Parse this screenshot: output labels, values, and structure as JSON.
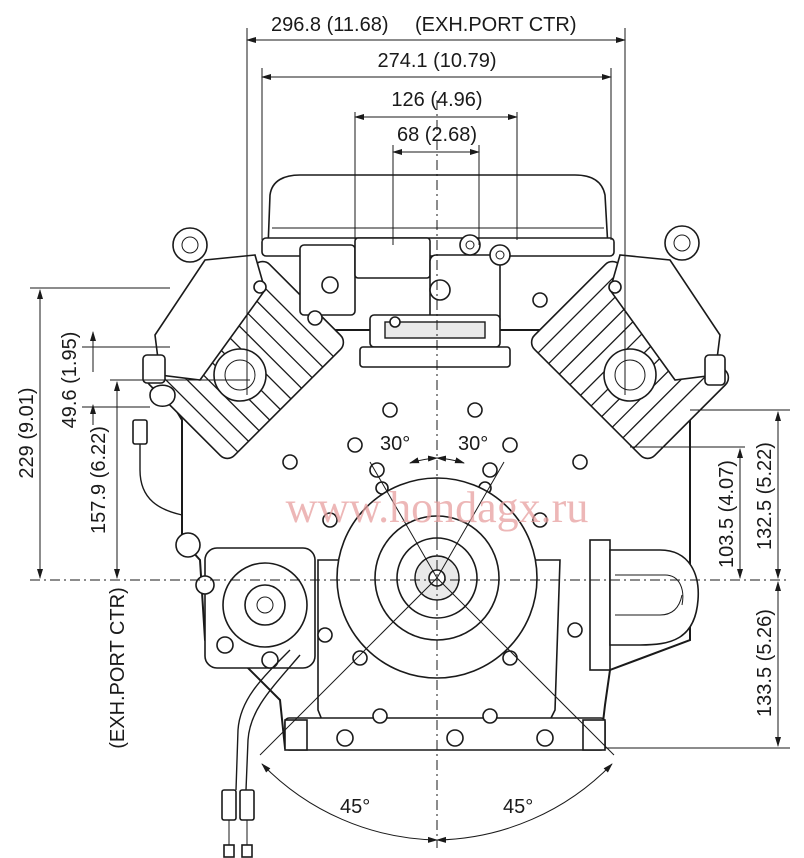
{
  "dimensions": {
    "overall_width_exh": "296.8 (11.68)",
    "exh_port_ctr_label": "(EXH.PORT CTR)",
    "width_274": "274.1 (10.79)",
    "width_126": "126 (4.96)",
    "width_68": "68 (2.68)",
    "height_229": "229 (9.01)",
    "height_49_6": "49.6 (1.95)",
    "height_157_9": "157.9 (6.22)",
    "exh_port_ctr_vertical": "(EXH.PORT CTR)",
    "height_132_5": "132.5 (5.22)",
    "height_103_5": "103.5 (4.07)",
    "height_133_5": "133.5 (5.26)",
    "angle_left_30": "30°",
    "angle_right_30": "30°",
    "angle_left_45": "45°",
    "angle_right_45": "45°"
  },
  "watermark": "www.hondagx.ru"
}
